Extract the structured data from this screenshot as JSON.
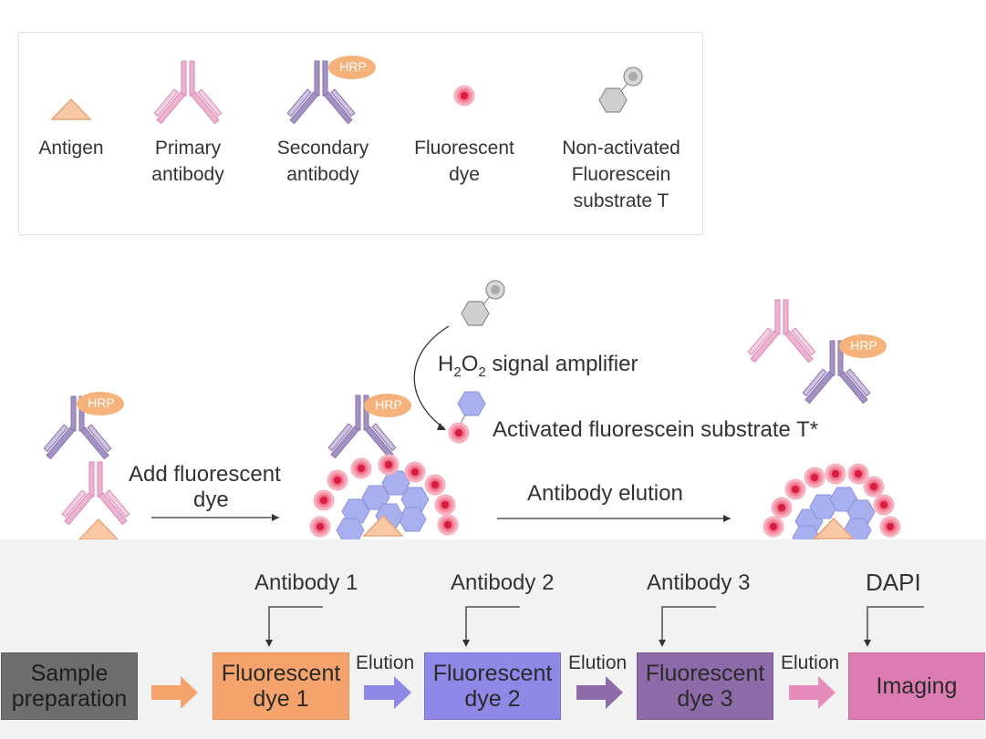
{
  "legend": {
    "items": [
      {
        "label": "Antigen"
      },
      {
        "label": "Primary\nantibody"
      },
      {
        "label": "Secondary\nantibody"
      },
      {
        "label": "Fluorescent\ndye"
      },
      {
        "label": "Non-activated\nFluorescein\nsubstrate T"
      }
    ],
    "hrp_tag": "HRP"
  },
  "mechanism": {
    "amplifier_prefix": "H",
    "amplifier_sub1": "2",
    "amplifier_mid": "O",
    "amplifier_sub2": "2",
    "amplifier_suffix": " signal amplifier",
    "activated": "Activated fluorescein substrate T*",
    "add_dye_line1": "Add fluorescent",
    "add_dye_line2": "dye",
    "elution_label": "Antibody elution",
    "hrp_tag": "HRP"
  },
  "workflow": {
    "steps": [
      {
        "label": "Sample\npreparation",
        "color": "#6e6e6e",
        "text_color": "#1e1e1e"
      },
      {
        "label": "Fluorescent\ndye 1",
        "color": "#f4a36c",
        "text_color": "#2a2a2a"
      },
      {
        "label": "Fluorescent\ndye 2",
        "color": "#8f88e6",
        "text_color": "#2a2a2a"
      },
      {
        "label": "Fluorescent\ndye 3",
        "color": "#8d6aa8",
        "text_color": "#2a2a2a"
      },
      {
        "label": "Imaging",
        "color": "#dd7cb3",
        "text_color": "#2a2a2a"
      }
    ],
    "inputs": [
      "Antibody 1",
      "Antibody 2",
      "Antibody 3",
      "DAPI"
    ],
    "elution": [
      "Elution",
      "Elution",
      "Elution"
    ],
    "colors": {
      "arrow_orange": "#f4a36c",
      "arrow_blue": "#8f88e6",
      "arrow_purple": "#8d6aa8",
      "arrow_pink": "#e68bbb"
    }
  }
}
